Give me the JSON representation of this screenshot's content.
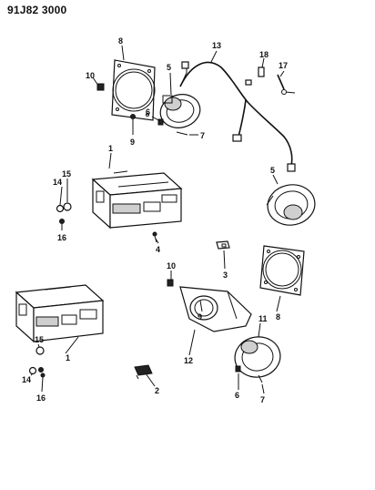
{
  "diagram": {
    "code": "91J82 3000",
    "callouts": {
      "c13": "13",
      "c8a": "8",
      "c10a": "10",
      "c5a": "5",
      "c6a": "6",
      "c9a": "9",
      "c7a": "7",
      "c18": "18",
      "c17": "17",
      "c1a": "1",
      "c15a": "15",
      "c14a": "14",
      "c16a": "16",
      "c5b": "5",
      "c4": "4",
      "c3": "3",
      "c10b": "10",
      "c9b": "9",
      "c8b": "8",
      "c11": "11",
      "c12": "12",
      "c1b": "1",
      "c15b": "15",
      "c14b": "14",
      "c16b": "16",
      "c2": "2",
      "c6b": "6",
      "c7b": "7"
    }
  }
}
